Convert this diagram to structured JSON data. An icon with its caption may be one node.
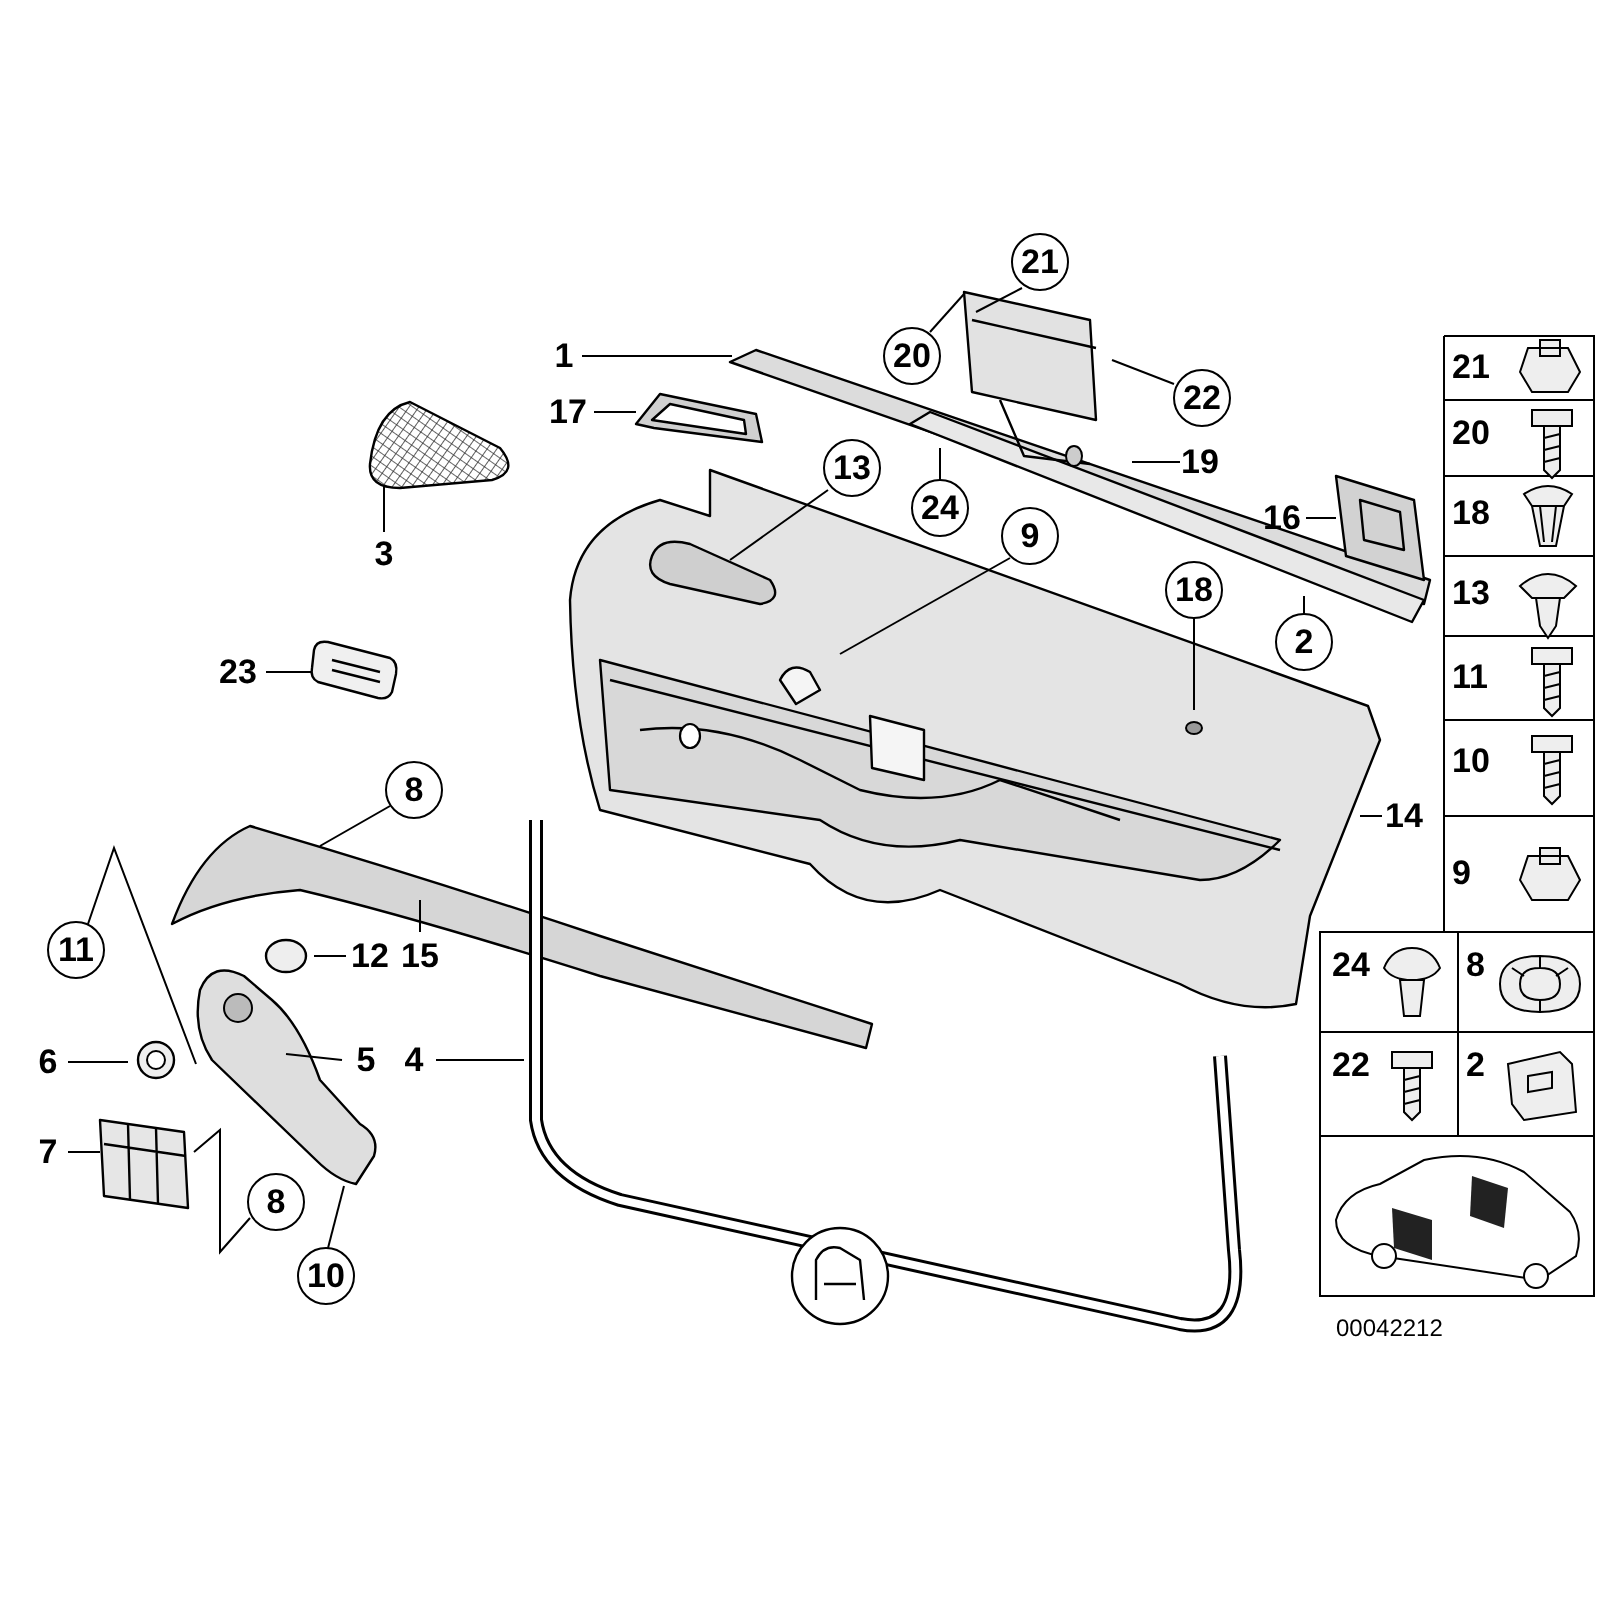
{
  "diagram": {
    "nodes": [
      {
        "text": [
          "21"
        ]
      },
      {
        "text": [
          "1"
        ]
      },
      {
        "text": [
          "20"
        ]
      },
      {
        "text": [
          "22"
        ]
      },
      {
        "text": [
          "17"
        ]
      },
      {
        "text": [
          "13"
        ]
      },
      {
        "text": [
          "19"
        ]
      },
      {
        "text": [
          "24"
        ]
      },
      {
        "text": [
          "9"
        ]
      },
      {
        "text": [
          "16"
        ]
      },
      {
        "text": [
          "3"
        ]
      },
      {
        "text": [
          "18"
        ]
      },
      {
        "text": [
          "2"
        ]
      },
      {
        "text": [
          "23"
        ]
      },
      {
        "text": [
          "8"
        ]
      },
      {
        "text": [
          "14"
        ]
      },
      {
        "text": [
          "11"
        ]
      },
      {
        "text": [
          "12"
        ]
      },
      {
        "text": [
          "15"
        ]
      },
      {
        "text": [
          "6"
        ]
      },
      {
        "text": [
          "5"
        ]
      },
      {
        "text": [
          "4"
        ]
      },
      {
        "text": [
          "7"
        ]
      },
      {
        "text": [
          "8"
        ]
      },
      {
        "text": [
          "10"
        ]
      }
    ],
    "edges": [
      {
        "from": 0,
        "to": null,
        "arrow": "none"
      },
      {
        "from": 1,
        "to": null,
        "arrow": "none"
      },
      {
        "from": 2,
        "to": null,
        "arrow": "none"
      },
      {
        "from": 3,
        "to": null,
        "arrow": "none"
      },
      {
        "from": 4,
        "to": null,
        "arrow": "none"
      },
      {
        "from": 5,
        "to": null,
        "arrow": "none"
      },
      {
        "from": 6,
        "to": null,
        "arrow": "none"
      },
      {
        "from": 7,
        "to": null,
        "arrow": "none"
      },
      {
        "from": 8,
        "to": null,
        "arrow": "none"
      },
      {
        "from": 9,
        "to": null,
        "arrow": "none"
      },
      {
        "from": 10,
        "to": null,
        "arrow": "none"
      },
      {
        "from": 11,
        "to": null,
        "arrow": "none"
      },
      {
        "from": 12,
        "to": null,
        "arrow": "none"
      },
      {
        "from": 13,
        "to": null,
        "arrow": "none"
      },
      {
        "from": 14,
        "to": null,
        "arrow": "none"
      },
      {
        "from": 15,
        "to": null,
        "arrow": "none"
      },
      {
        "from": 16,
        "to": null,
        "arrow": "none"
      },
      {
        "from": 17,
        "to": null,
        "arrow": "none"
      },
      {
        "from": 18,
        "to": null,
        "arrow": "none"
      },
      {
        "from": 19,
        "to": null,
        "arrow": "none"
      },
      {
        "from": 20,
        "to": null,
        "arrow": "none"
      },
      {
        "from": 21,
        "to": null,
        "arrow": "none"
      },
      {
        "from": 22,
        "to": null,
        "arrow": "none"
      },
      {
        "from": 23,
        "to": null,
        "arrow": "none"
      },
      {
        "from": 24,
        "to": null,
        "arrow": "none"
      }
    ],
    "labels": [
      "21",
      "20",
      "18",
      "13",
      "11",
      "10",
      "9",
      "24",
      "8",
      "22",
      "2",
      "00042212"
    ]
  }
}
